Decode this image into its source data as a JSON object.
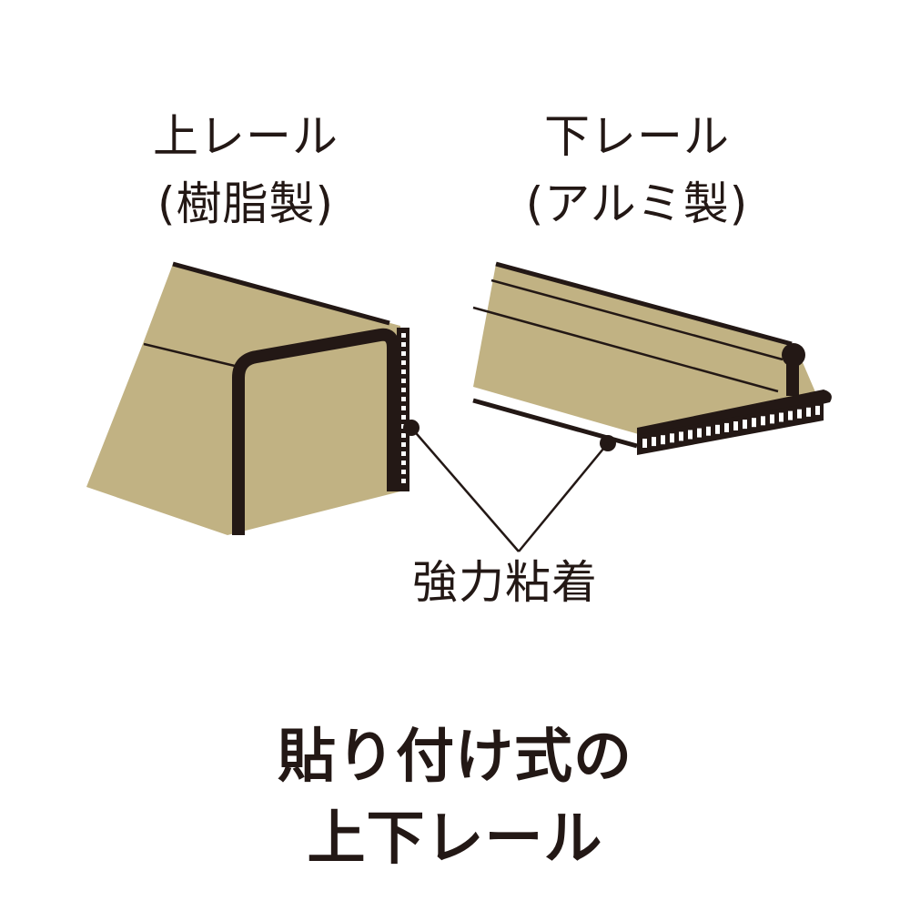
{
  "upper_rail": {
    "title": "上レール",
    "material": "(樹脂製)"
  },
  "lower_rail": {
    "title": "下レール",
    "material": "(アルミ製)"
  },
  "adhesive_label": "強力粘着",
  "caption": {
    "line1": "貼り付け式の",
    "line2": "上下レール"
  },
  "colors": {
    "rail_fill": "#c1b283",
    "outline": "#231815",
    "background": "#ffffff"
  }
}
